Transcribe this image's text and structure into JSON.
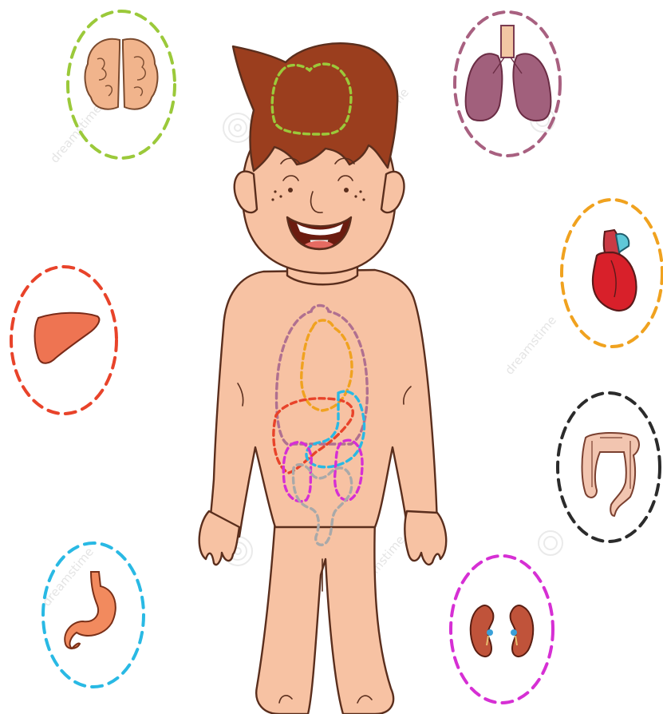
{
  "colors": {
    "brain": "#9bc93a",
    "lungs": "#a86080",
    "heart": "#f0a21f",
    "liver": "#e8432a",
    "intestines": "#2b2b2b",
    "stomach": "#29b9e4",
    "kidneys": "#d62fd4",
    "small_intestine_outline": "#a9a9a9",
    "skin": "#f7c2a3",
    "hair": "#9b3e1e",
    "ink": "#5a2e1d"
  },
  "organs": [
    {
      "id": "brain",
      "icon": "brain-icon"
    },
    {
      "id": "lungs",
      "icon": "lungs-icon"
    },
    {
      "id": "heart",
      "icon": "heart-icon"
    },
    {
      "id": "liver",
      "icon": "liver-icon"
    },
    {
      "id": "intestines",
      "icon": "intestines-icon"
    },
    {
      "id": "stomach",
      "icon": "stomach-icon"
    },
    {
      "id": "kidneys",
      "icon": "kidneys-icon"
    }
  ],
  "watermark": {
    "text": "dreamstime"
  }
}
